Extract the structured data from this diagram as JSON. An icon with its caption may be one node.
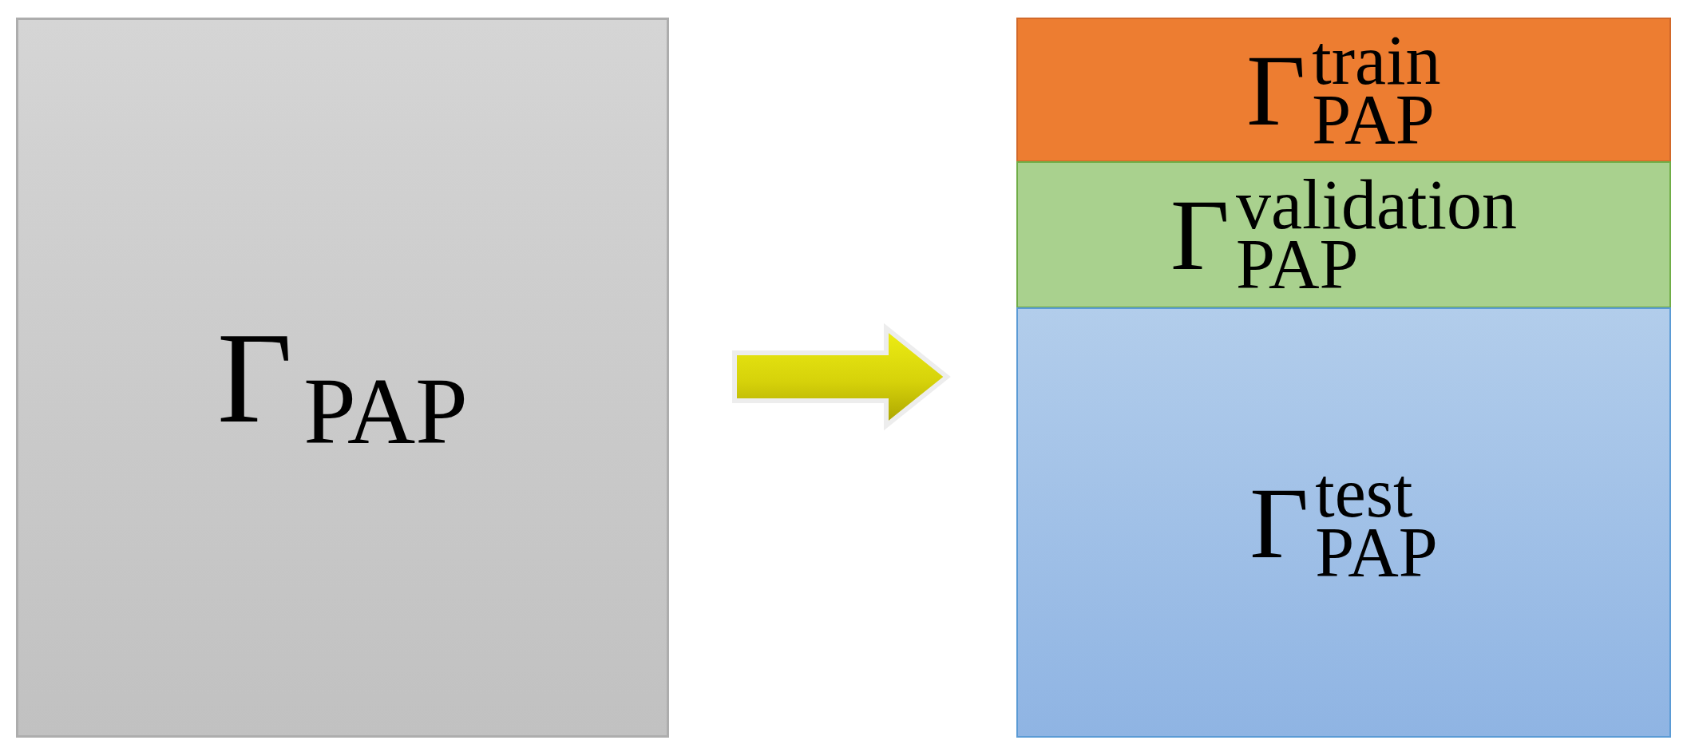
{
  "diagram": {
    "nodes": [
      {
        "text": [
          "Γ$_{PAP}$"
        ]
      },
      {
        "text": [
          "Γ$^{train}$$_{PAP}$"
        ]
      },
      {
        "text": [
          "Γ$^{validation}$$_{PAP}$"
        ]
      },
      {
        "text": [
          "Γ$^{test}$$_{PAP}$"
        ]
      }
    ],
    "edges": [
      {
        "from": 0,
        "to": 3,
        "arrow": "to"
      }
    ]
  }
}
